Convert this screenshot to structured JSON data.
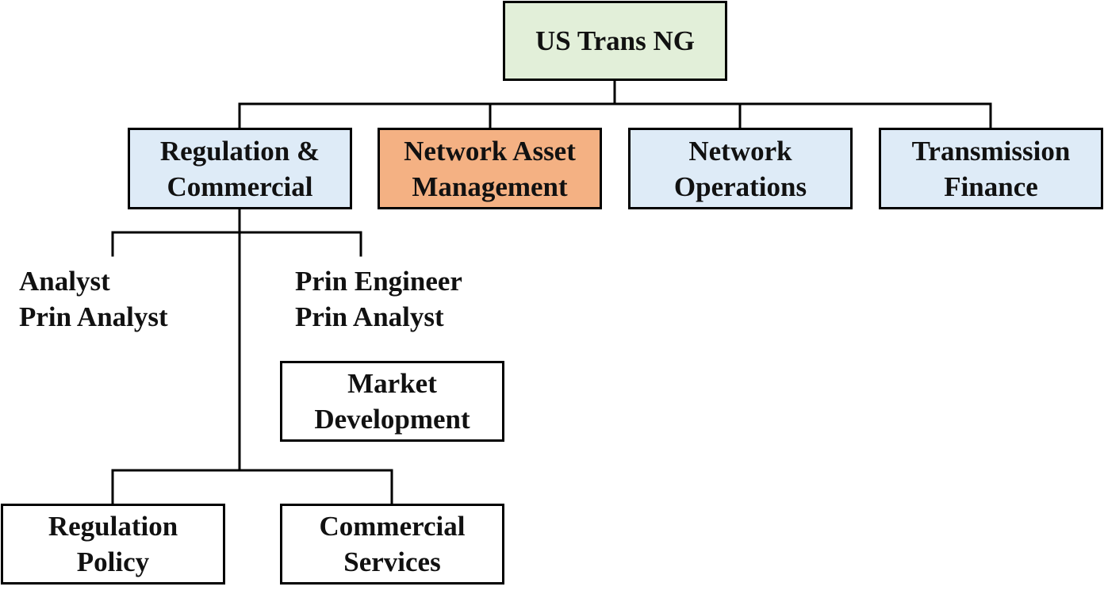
{
  "colors": {
    "root_fill": "#e2efd9",
    "division_fill": "#deebf7",
    "highlight_fill": "#f4b183",
    "team_fill": "#ffffff"
  },
  "org": {
    "root": {
      "label": "US Trans NG"
    },
    "divisions": [
      {
        "label": "Regulation &\nCommercial",
        "highlighted": false
      },
      {
        "label": "Network Asset\nManagement",
        "highlighted": true
      },
      {
        "label": "Network\nOperations",
        "highlighted": false
      },
      {
        "label": "Transmission\nFinance",
        "highlighted": false
      }
    ],
    "roles_left": [
      "Analyst",
      "Prin Analyst"
    ],
    "roles_right": [
      "Prin Engineer",
      "Prin Analyst"
    ],
    "teams": {
      "market_development": "Market\nDevelopment",
      "regulation_policy": "Regulation\nPolicy",
      "commercial_services": "Commercial\nServices"
    }
  }
}
